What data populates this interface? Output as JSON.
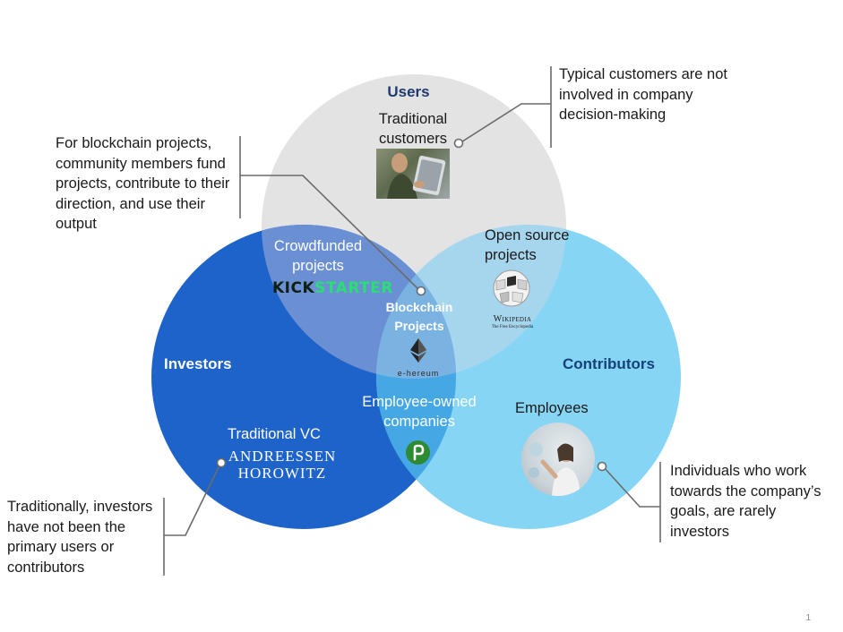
{
  "circles": {
    "users": {
      "label": "Users",
      "color": "#e3e3e3",
      "label_color": "#1f3a6e"
    },
    "investors": {
      "label": "Investors",
      "color": "#1e63c9",
      "label_color": "#ffffff"
    },
    "contributors": {
      "label": "Contributors",
      "color": "#86d5f5",
      "label_color": "#14417a"
    }
  },
  "regions": {
    "traditional_customers": "Traditional customers",
    "crowdfunded": "Crowdfunded projects",
    "open_source": "Open source projects",
    "blockchain": "Blockchain Projects",
    "employee_owned": "Employee-owned companies",
    "traditional_vc": "Traditional VC",
    "employees": "Employees"
  },
  "logos": {
    "kickstarter_kick": "KICK",
    "kickstarter_starter": "STARTER",
    "wikipedia": "Wikipedia",
    "wikipedia_sub": "The Free Encyclopedia",
    "ethereum": "e-hereum",
    "a16z_line1": "ANDREESSEN",
    "a16z_line2": "HOROWITZ"
  },
  "annotations": {
    "users_note": "Typical customers are not involved in company decision-making",
    "blockchain_note": "For blockchain projects, community members fund projects, contribute to their direction, and use their output",
    "investors_note": "Traditionally, investors have not been the primary users or contributors",
    "contributors_note": "Individuals who work towards the company’s goals, are rarely investors"
  },
  "page_number": "1"
}
